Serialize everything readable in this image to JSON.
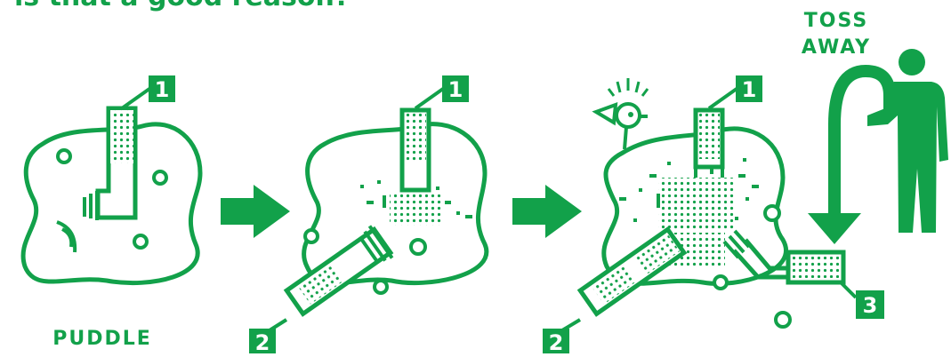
{
  "heading": "is that a good reason?",
  "labels": {
    "puddle": "PUDDLE",
    "toss_line1": "TOSS",
    "toss_line2": "AWAY"
  },
  "markers": {
    "one": "1",
    "two": "2",
    "three": "3"
  },
  "colors": {
    "green": "#12a14a",
    "background": "#ffffff"
  }
}
